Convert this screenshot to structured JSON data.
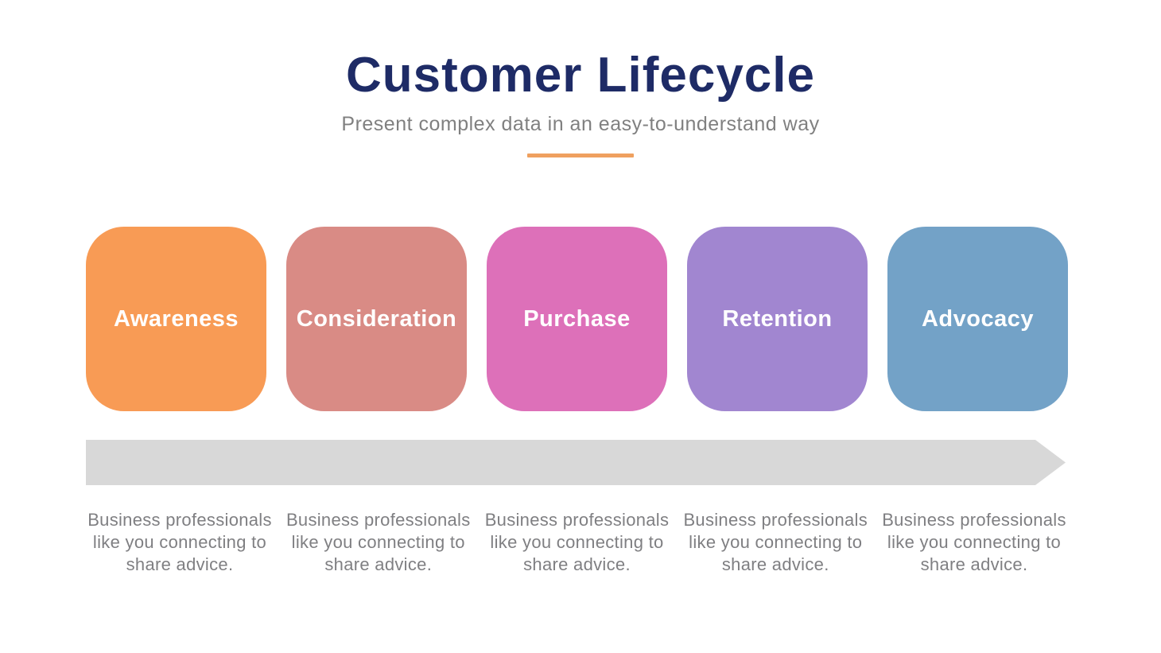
{
  "page": {
    "title": "Customer Lifecycle",
    "subtitle": "Present complex data in an easy-to-understand way"
  },
  "colors": {
    "title_navy": "#1E2B66",
    "subtitle_gray": "#808080",
    "divider_orange": "#EFA05F",
    "arrow_gray": "#D8D8D8",
    "description_gray": "#7F7F82",
    "stage_label_white": "#FFFFFF"
  },
  "stages": [
    {
      "label": "Awareness",
      "color": "#F89B55",
      "description": "Business professionals like you connecting to share advice."
    },
    {
      "label": "Consideration",
      "color": "#D98B85",
      "description": "Business professionals like you connecting to share advice."
    },
    {
      "label": "Purchase",
      "color": "#DD70B9",
      "description": "Business professionals like you connecting to share advice."
    },
    {
      "label": "Retention",
      "color": "#A186D0",
      "description": "Business professionals like you connecting to share advice."
    },
    {
      "label": "Advocacy",
      "color": "#73A2C7",
      "description": "Business professionals like you connecting to share advice."
    }
  ]
}
